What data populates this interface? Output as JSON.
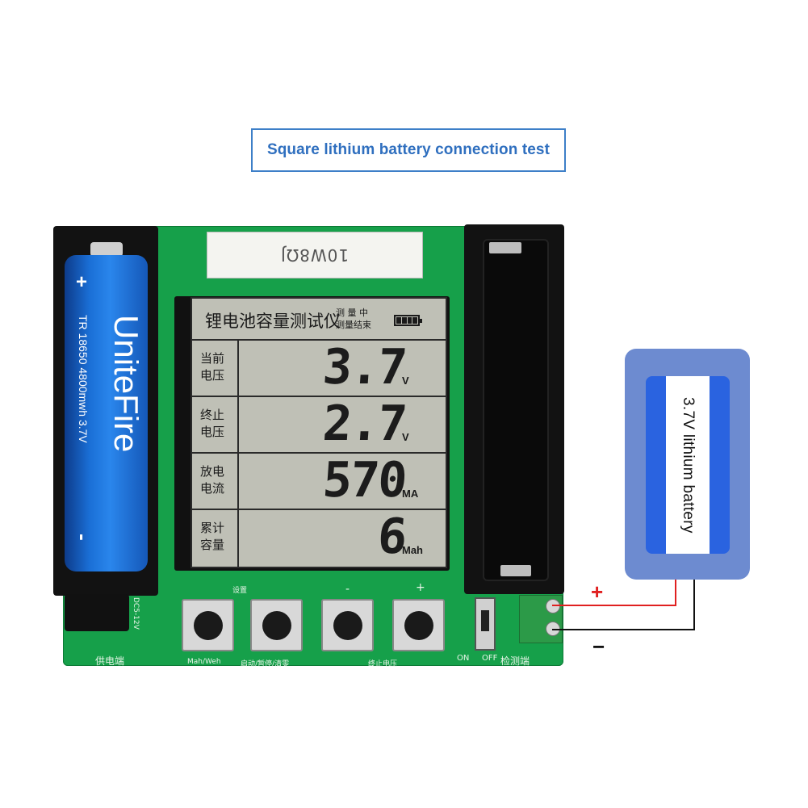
{
  "header": {
    "title": "Square lithium battery connection test"
  },
  "resistor": {
    "marking": "10W8ΩJ"
  },
  "lcd": {
    "title": "锂电池容量测试仪",
    "status_line1": "测 量 中",
    "status_line2": "测量结束",
    "rows": [
      {
        "label_top": "当前",
        "label_bottom": "电压",
        "value": "3.7",
        "unit": "V"
      },
      {
        "label_top": "终止",
        "label_bottom": "电压",
        "value": "2.7",
        "unit": "V"
      },
      {
        "label_top": "放电",
        "label_bottom": "电流",
        "value": "570",
        "unit": "MA"
      },
      {
        "label_top": "累计",
        "label_bottom": "容量",
        "value": "6",
        "unit": "Mah"
      }
    ]
  },
  "battery": {
    "brand": "UniteFire",
    "spec": "TR 18650 4800mwh 3.7V",
    "plus": "+",
    "minus": "-"
  },
  "buttons": {
    "top_labels": [
      "设置",
      "-",
      "+"
    ],
    "bottom_labels": [
      "Mah/Weh",
      "启动/暂停/清零",
      "终止电压"
    ]
  },
  "pcb_labels": {
    "power": "供电端",
    "detect": "检测端",
    "on": "ON",
    "off": "OFF",
    "dc": "DC5-12V"
  },
  "connection": {
    "badge_text": "3.7V lithium battery",
    "plus_sign": "+",
    "minus_sign": "−",
    "plus_color": "#e02020",
    "minus_color": "#111111"
  }
}
